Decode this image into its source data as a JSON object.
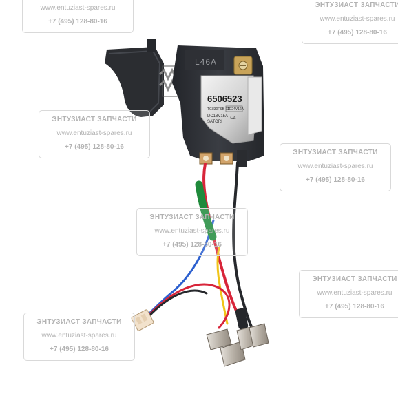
{
  "product": {
    "code": "6506523",
    "model": "TG830FSB-1E",
    "rating_dc": "DC18V15A",
    "rating_ac": "DC24V12A",
    "brand": "SATORI",
    "cert": "UL",
    "housing_mark": "L46A"
  },
  "watermark": {
    "title": "ЭНТУЗИАСТ ЗАПЧАСТИ",
    "url": "www.entuziast-spares.ru",
    "phone": "+7 (495) 128-80-16"
  },
  "colors": {
    "body": "#2f3135",
    "wire_red": "#d8253a",
    "wire_black": "#26282c",
    "wire_blue": "#2b5fcf",
    "wire_yellow": "#f0c419",
    "sleeve_green": "#1f8a3b"
  }
}
